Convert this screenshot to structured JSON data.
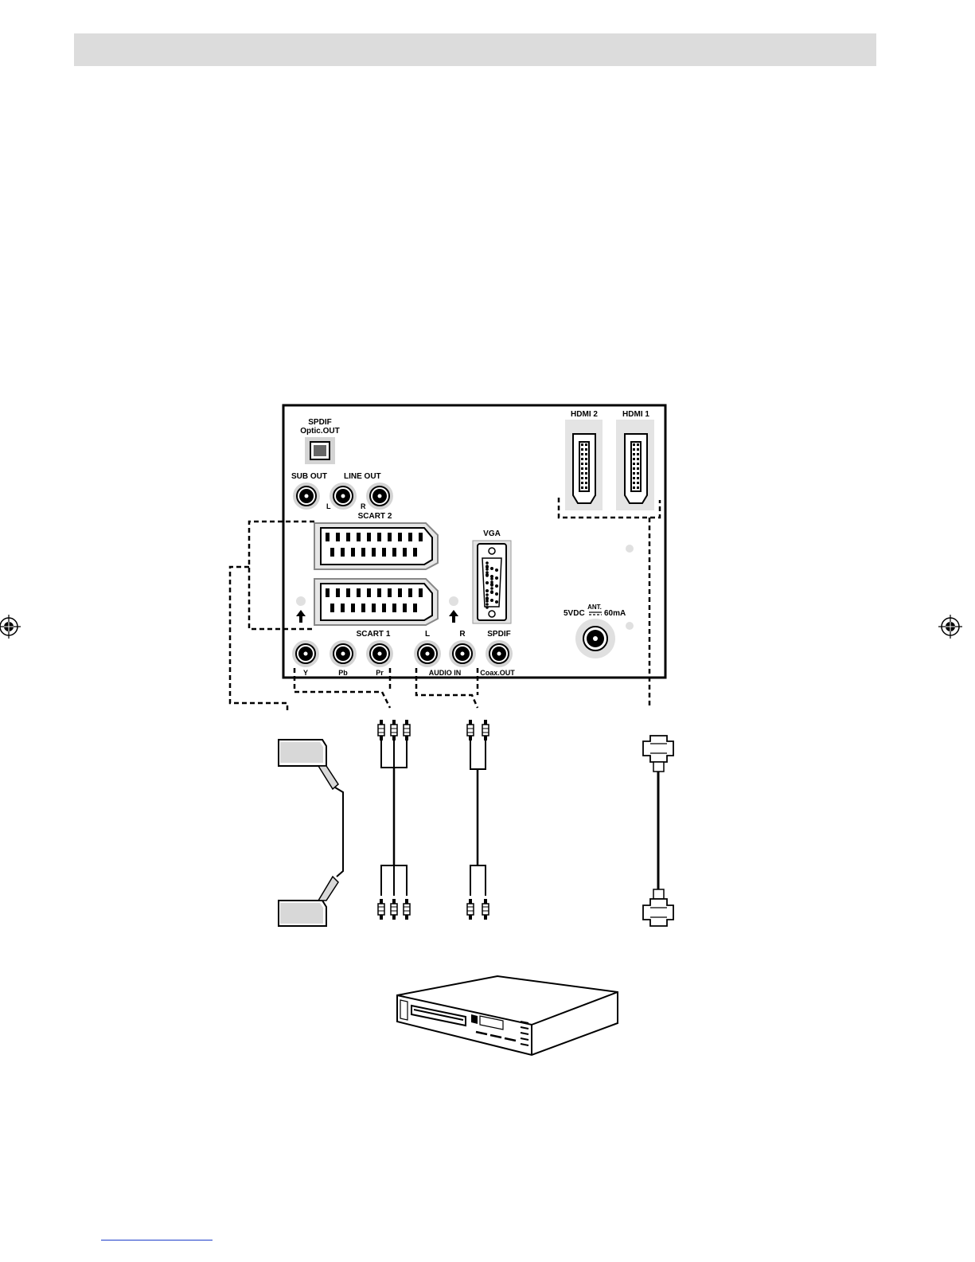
{
  "header": {
    "bar_color": "#dcdcdc"
  },
  "panel": {
    "spdif_optic_line1": "SPDIF",
    "spdif_optic_line2": "Optic.OUT",
    "sub_out": "SUB OUT",
    "line_out": "LINE OUT",
    "line_out_l": "L",
    "line_out_r": "R",
    "scart2": "SCART 2",
    "scart1": "SCART 1",
    "vga": "VGA",
    "hdmi2": "HDMI 2",
    "hdmi1": "HDMI 1",
    "ant_top": "ANT.",
    "ant_voltage": "5VDC",
    "ant_current": "60mA",
    "y": "Y",
    "pb": "Pb",
    "pr": "Pr",
    "audio_l": "L",
    "audio_r": "R",
    "audio_in": "AUDIO IN",
    "spdif": "SPDIF",
    "coax_out": "Coax.OUT"
  },
  "icons": [
    "registration-mark-icon",
    "scart-cable-icon",
    "component-cable-icon",
    "audio-cable-icon",
    "hdmi-cable-icon",
    "dvd-player-icon"
  ]
}
